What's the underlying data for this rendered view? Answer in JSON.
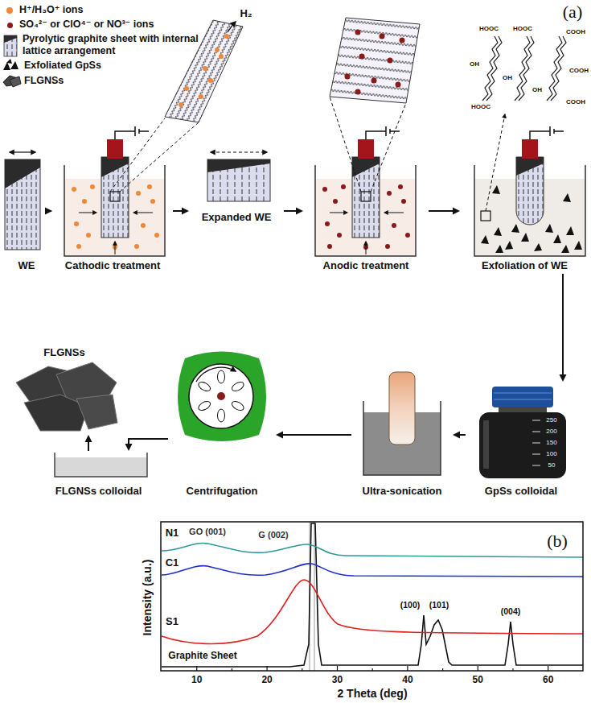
{
  "diagram": {
    "nodes": [
      {
        "text": [
          "WE"
        ]
      },
      {
        "text": [
          "Cathodic treatment"
        ]
      },
      {
        "text": [
          "Expanded WE"
        ]
      },
      {
        "text": [
          "Anodic treatment"
        ]
      },
      {
        "text": [
          "Exfoliation of WE"
        ]
      },
      {
        "text": [
          "GpSs colloidal"
        ]
      },
      {
        "text": [
          "Ultra-sonication"
        ]
      },
      {
        "text": [
          "Centrifugation"
        ]
      },
      {
        "text": [
          "FLGNSs colloidal"
        ]
      },
      {
        "text": [
          "FLGNSs"
        ]
      }
    ],
    "edges": [
      {
        "from": 0,
        "to": 1,
        "arrow": "to"
      },
      {
        "from": 1,
        "to": 2,
        "arrow": "to"
      },
      {
        "from": 2,
        "to": 3,
        "arrow": "to"
      },
      {
        "from": 3,
        "to": 4,
        "arrow": "to"
      },
      {
        "from": 4,
        "to": 5,
        "arrow": "to"
      },
      {
        "from": 5,
        "to": 6,
        "arrow": "to"
      },
      {
        "from": 6,
        "to": 7,
        "arrow": "to"
      },
      {
        "from": 7,
        "to": 8,
        "arrow": "to"
      },
      {
        "from": 8,
        "to": 9,
        "arrow": "to"
      }
    ],
    "labels": [
      "(a)",
      "H₂",
      "HOOC",
      "HOOC",
      "COOH",
      "OH",
      "COOH",
      "OH",
      "HOOC",
      "OH",
      "COOH",
      "250",
      "200",
      "150",
      "100",
      "50",
      "(b)",
      "N1",
      "C1",
      "S1",
      "Graphite Sheet",
      "GO (001)",
      "G (002)",
      "(100)",
      "(101)",
      "(004)",
      "Intensity (a.u.)",
      "2 Theta (deg)",
      "10",
      "20",
      "30",
      "40",
      "50",
      "60"
    ],
    "legend": [
      {
        "text": "H⁺/H₃O⁺ ions",
        "color": "#f0883a"
      },
      {
        "text": "SO₄²⁻ or ClO⁴⁻ or NO³⁻ ions",
        "color": "#8b1a1a"
      },
      {
        "text": "Pyrolytic graphite sheet with internal lattice arrangement"
      },
      {
        "text": "Exfoliated GpSs"
      },
      {
        "text": "FLGNSs"
      }
    ]
  }
}
